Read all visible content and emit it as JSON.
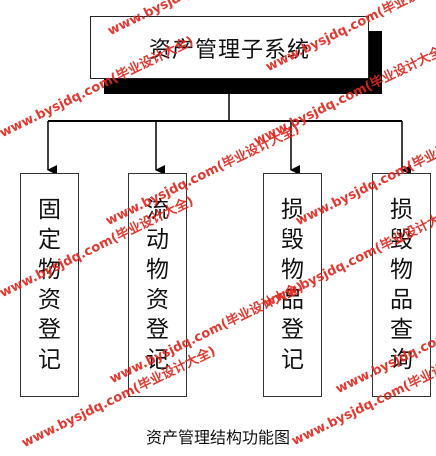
{
  "diagram": {
    "root": {
      "label": "资产管理子系统"
    },
    "children": [
      {
        "label": "固定物资登记",
        "chars": [
          "固",
          "定",
          "物",
          "资",
          "登",
          "记"
        ]
      },
      {
        "label": "流动物资登记",
        "chars": [
          "流",
          "动",
          "物",
          "资",
          "登",
          "记"
        ]
      },
      {
        "label": "损毁物品登记",
        "chars": [
          "损",
          "毁",
          "物",
          "品",
          "登",
          "记"
        ]
      },
      {
        "label": "损毁物品查询",
        "chars": [
          "损",
          "毁",
          "物",
          "品",
          "查",
          "询"
        ]
      }
    ],
    "caption": "资产管理结构功能图"
  },
  "watermark": {
    "text": "www.bysjdq.com(毕业设计大全)",
    "color": "#e0281e"
  },
  "colors": {
    "line": "#000000",
    "box_border": "#333333",
    "shadow": "#000000"
  }
}
